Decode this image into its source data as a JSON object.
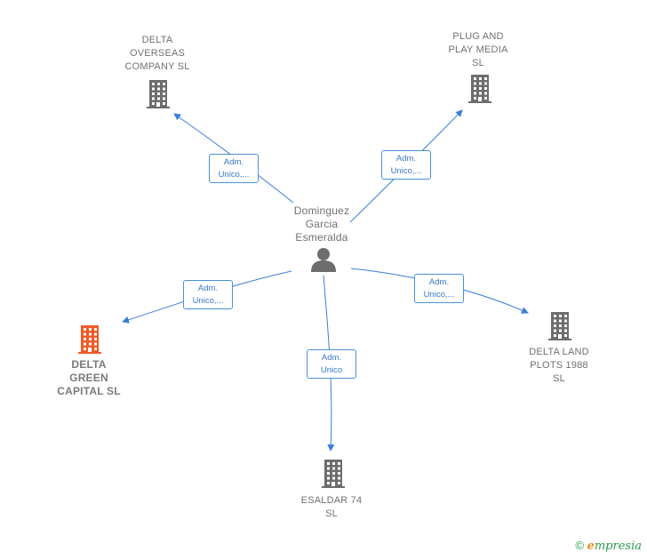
{
  "person": {
    "lines": [
      "Dominguez",
      "Garcia",
      "Esmeralda"
    ],
    "icon": "person-icon"
  },
  "companies": [
    {
      "id": "delta-overseas",
      "lines": [
        "DELTA",
        "OVERSEAS",
        "COMPANY  SL"
      ],
      "color": "#6d6d6d",
      "icon": "building-icon"
    },
    {
      "id": "plug-and-play",
      "lines": [
        "PLUG AND",
        "PLAY MEDIA",
        "SL"
      ],
      "color": "#6d6d6d",
      "icon": "building-icon"
    },
    {
      "id": "delta-green",
      "lines": [
        "DELTA",
        "GREEN",
        "CAPITAL  SL"
      ],
      "color": "#f05a28",
      "icon": "building-icon",
      "highlighted": true
    },
    {
      "id": "delta-land",
      "lines": [
        "DELTA LAND",
        "PLOTS 1988",
        "SL"
      ],
      "color": "#6d6d6d",
      "icon": "building-icon"
    },
    {
      "id": "esaldar",
      "lines": [
        "ESALDAR 74",
        "SL"
      ],
      "color": "#6d6d6d",
      "icon": "building-icon"
    }
  ],
  "edges": [
    {
      "to": "delta-overseas",
      "lines": [
        "Adm.",
        "Unico,..."
      ]
    },
    {
      "to": "plug-and-play",
      "lines": [
        "Adm.",
        "Unico,..."
      ]
    },
    {
      "to": "delta-green",
      "lines": [
        "Adm.",
        "Unico,..."
      ]
    },
    {
      "to": "delta-land",
      "lines": [
        "Adm.",
        "Unico,..."
      ]
    },
    {
      "to": "esaldar",
      "lines": [
        "Adm.",
        "Unico"
      ]
    }
  ],
  "colors": {
    "edge": "#3a7fd5",
    "edge_label_border": "#4a90d9"
  },
  "footer": {
    "copyright": "©",
    "brand_initial": "e",
    "brand_rest": "mpresia"
  }
}
